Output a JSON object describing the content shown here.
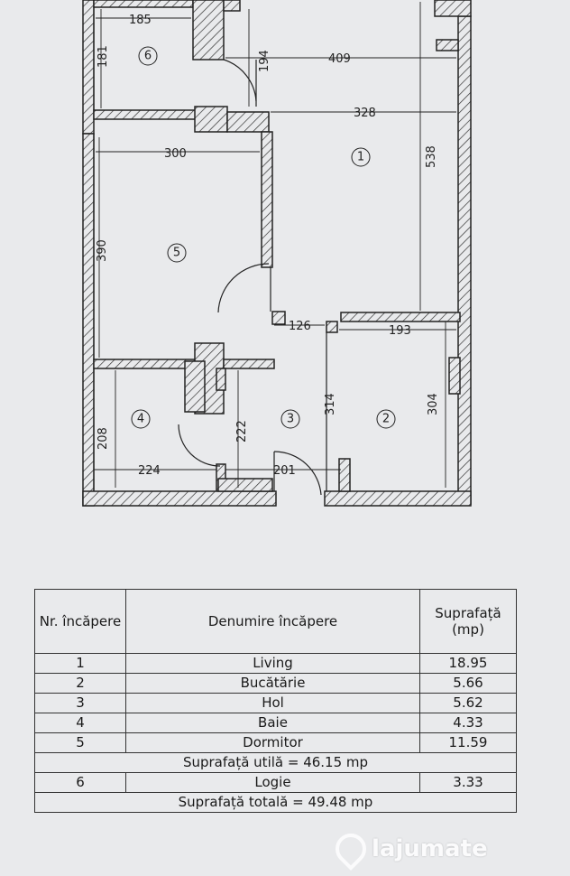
{
  "dimensions": [
    "185",
    "181",
    "194",
    "409",
    "328",
    "538",
    "300",
    "390",
    "126",
    "193",
    "314",
    "304",
    "208",
    "222",
    "224",
    "201"
  ],
  "room_numbers": [
    "6",
    "1",
    "5",
    "4",
    "3",
    "2"
  ],
  "table": {
    "header": {
      "col1": "Nr. încăpere",
      "col2": "Denumire încăpere",
      "col3": "Suprafață (mp)"
    },
    "rows": [
      {
        "nr": "1",
        "name": "Living",
        "area": "18.95"
      },
      {
        "nr": "2",
        "name": "Bucătărie",
        "area": "5.66"
      },
      {
        "nr": "3",
        "name": "Hol",
        "area": "5.62"
      },
      {
        "nr": "4",
        "name": "Baie",
        "area": "4.33"
      },
      {
        "nr": "5",
        "name": "Dormitor",
        "area": "11.59"
      }
    ],
    "useful_area": "Suprafață utilă = 46.15 mp",
    "loggia": {
      "nr": "6",
      "name": "Logie",
      "area": "3.33"
    },
    "total_area": "Suprafață totală = 49.48 mp"
  },
  "watermark": {
    "text": "lajumate"
  }
}
